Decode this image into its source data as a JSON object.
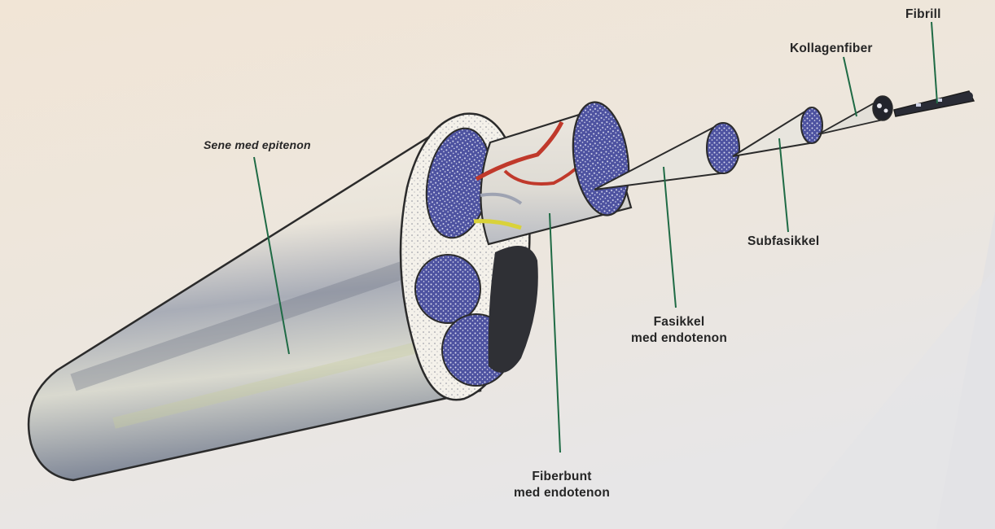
{
  "labels": {
    "sene": "Sene med epitenon",
    "fibrill": "Fibrill",
    "kollagenfiber": "Kollagenfiber",
    "subfasikkel": "Subfasikkel",
    "fasikkel_line1": "Fasikkel",
    "fasikkel_line2": "med endotenon",
    "fiberbunt_line1": "Fiberbunt",
    "fiberbunt_line2": "med endotenon"
  },
  "colors": {
    "leader_line": "#1f6b45",
    "fascicle_fill": "#4a4f9c",
    "vessel_red": "#c0392b",
    "nerve_yellow": "#d9d23a"
  }
}
